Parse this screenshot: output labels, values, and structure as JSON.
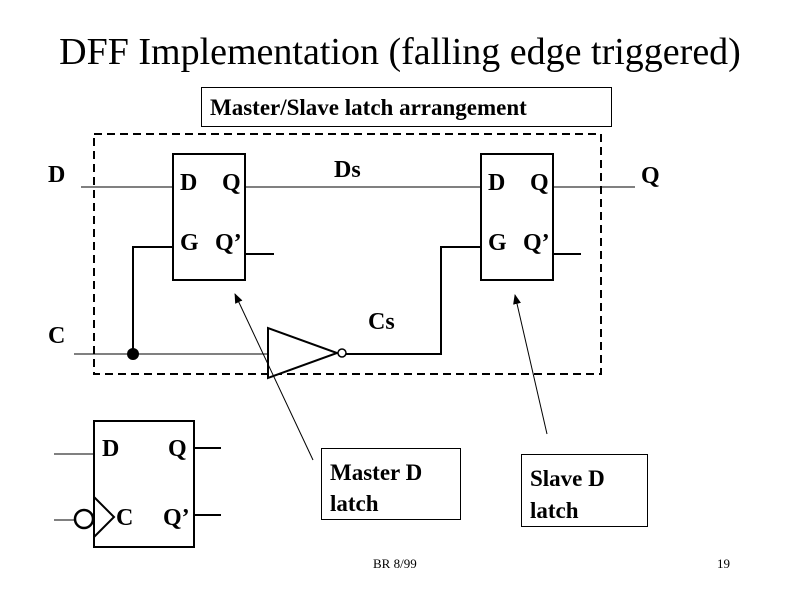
{
  "slide": {
    "title": "DFF Implementation (falling edge triggered)",
    "arrangement_label": "Master/Slave latch arrangement",
    "footer_left": "BR 8/99",
    "page_number": "19"
  },
  "signals": {
    "input_d": "D",
    "input_c": "C",
    "ds": "Ds",
    "cs": "Cs",
    "output_q": "Q"
  },
  "master_latch": {
    "pin_d": "D",
    "pin_q": "Q",
    "pin_g": "G",
    "pin_qbar": "Q’"
  },
  "slave_latch": {
    "pin_d": "D",
    "pin_q": "Q",
    "pin_g": "G",
    "pin_qbar": "Q’"
  },
  "dff_symbol": {
    "pin_d": "D",
    "pin_q": "Q",
    "pin_c": "C",
    "pin_qbar": "Q’"
  },
  "callouts": {
    "master": "Master D latch",
    "slave": "Slave D latch"
  }
}
